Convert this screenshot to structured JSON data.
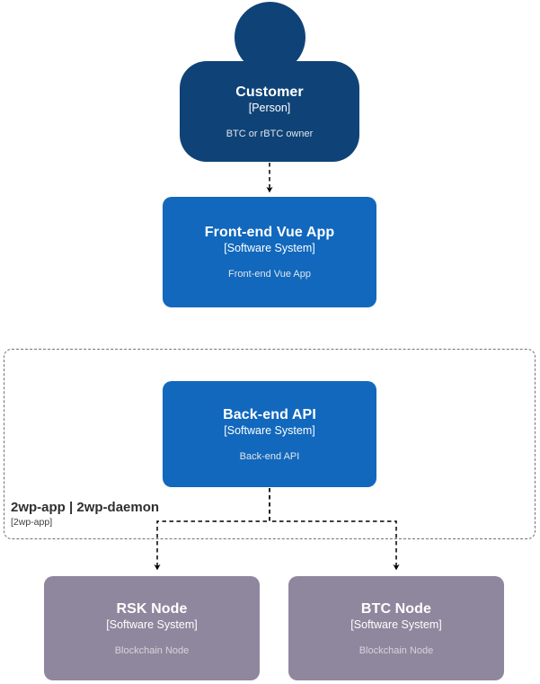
{
  "diagram": {
    "type": "c4-system-context",
    "background_color": "#ffffff",
    "person_color": "#0f4377",
    "system_color": "#1168bd",
    "external_system_color": "#8f879d",
    "boundary_color": "#70737a",
    "relationship_color": "#000000"
  },
  "nodes": {
    "customer": {
      "title": "Customer",
      "type": "[Person]",
      "description": "BTC or rBTC owner",
      "shape": "person"
    },
    "frontend": {
      "title": "Front-end Vue App",
      "type": "[Software System]",
      "description": "Front-end Vue App",
      "shape": "rounded-box"
    },
    "backend": {
      "title": "Back-end API",
      "type": "[Software System]",
      "description": "Back-end API",
      "shape": "rounded-box"
    },
    "rsk_node": {
      "title": "RSK Node",
      "type": "[Software System]",
      "description": "Blockchain Node",
      "shape": "rounded-box"
    },
    "btc_node": {
      "title": "BTC Node",
      "type": "[Software System]",
      "description": "Blockchain Node",
      "shape": "rounded-box"
    }
  },
  "boundary": {
    "name": "2wp-app | 2wp-daemon",
    "type": "[2wp-app]"
  },
  "relationships": [
    {
      "from": "customer",
      "to": "frontend",
      "style": "dashed-arrow",
      "label": ""
    },
    {
      "from": "backend",
      "to": "rsk_node",
      "style": "dashed-arrow",
      "label": ""
    },
    {
      "from": "backend",
      "to": "btc_node",
      "style": "dashed-arrow",
      "label": ""
    }
  ]
}
